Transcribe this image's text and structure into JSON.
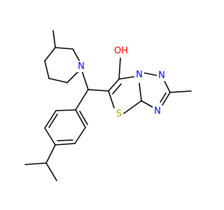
{
  "molecule": {
    "atoms": [
      {
        "id": "hydroxyl-oxygen",
        "text": "OH",
        "color": "#ff0000"
      },
      {
        "id": "piperidine-nitrogen",
        "text": "N",
        "color": "#0000ff"
      },
      {
        "id": "ring-nitrogen-n1",
        "text": "N",
        "color": "#0000ff"
      },
      {
        "id": "ring-nitrogen-n2",
        "text": "N",
        "color": "#0000ff"
      },
      {
        "id": "ring-nitrogen-n4",
        "text": "N",
        "color": "#0000ff"
      },
      {
        "id": "thiazole-sulfur",
        "text": "S",
        "color": "#b8a000"
      }
    ],
    "bond_color": "#000000"
  }
}
